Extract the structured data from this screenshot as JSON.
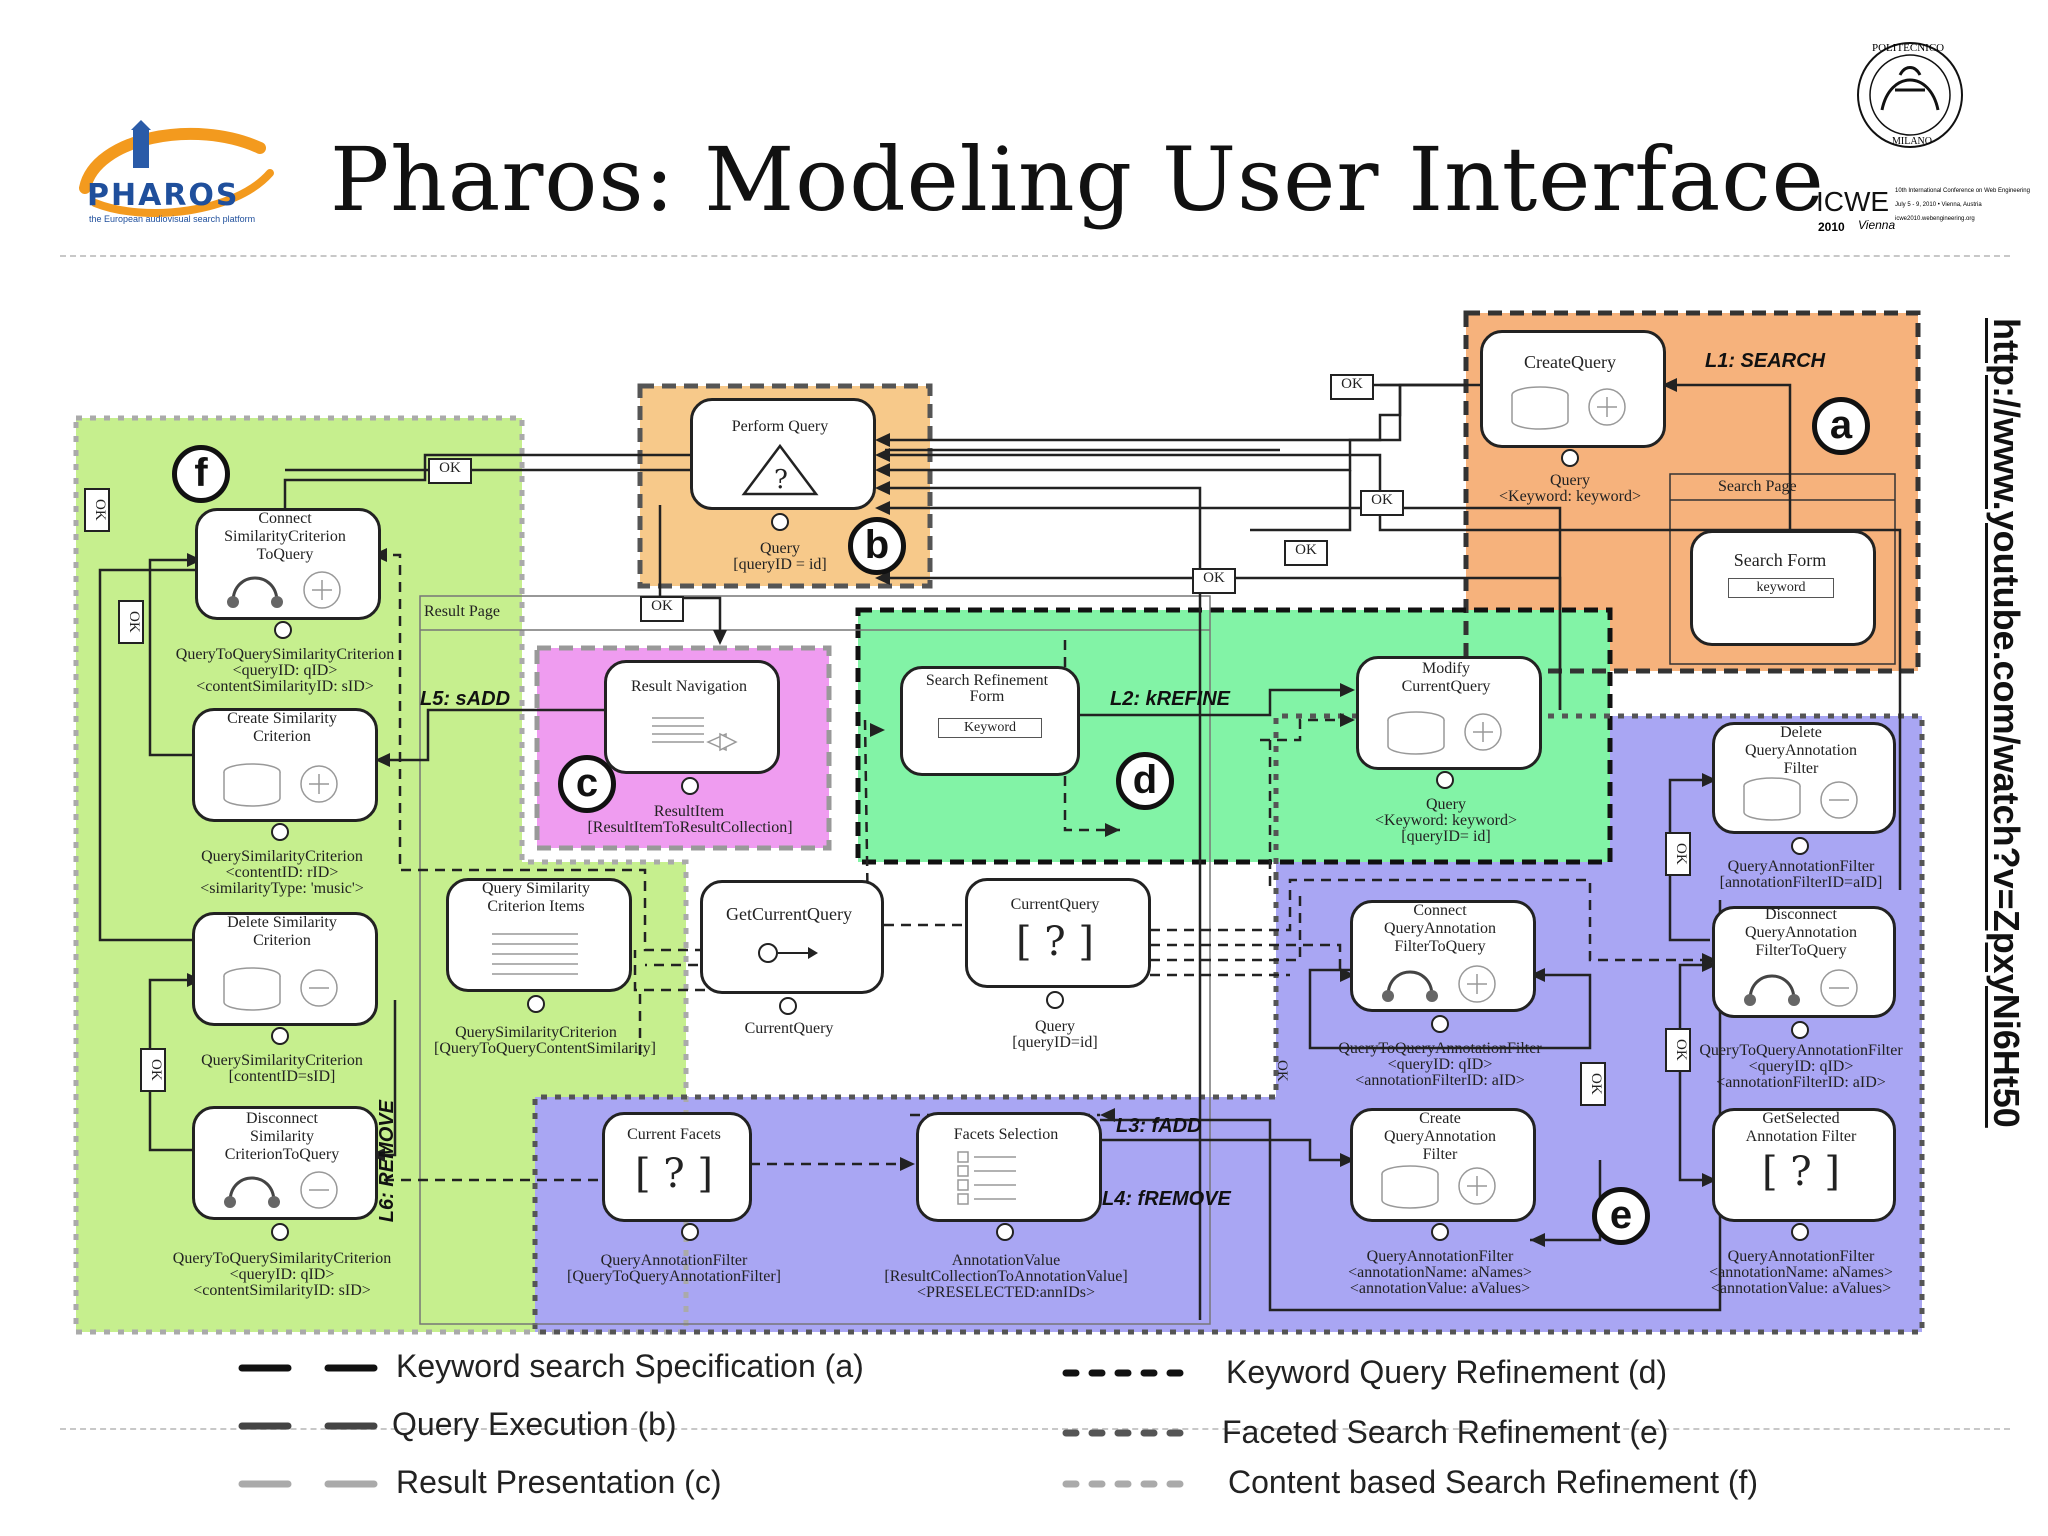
{
  "slide": {
    "title": "Pharos: Modeling User Interface",
    "url": "http://www.youtube.com/watch?v=ZpxyNi6Ht50"
  },
  "logo_pharos": {
    "text": "PHAROS",
    "tagline": "the European audiovisual search platform"
  },
  "logo_polimi": {
    "seal_top": "POLITECNICO",
    "seal_bottom": "MILANO",
    "conf": "ICWE",
    "year": "2010",
    "city": "Vienna",
    "info1": "10th International Conference on Web Engineering",
    "info2": "July 5 - 9, 2010 • Vienna, Austria",
    "info3": "icwe2010.webengineering.org"
  },
  "colors": {
    "a": "#f6b27c",
    "b": "#f7c98a",
    "c": "#ef9cf0",
    "d": "#82f3a6",
    "e": "#a9a6f3",
    "f": "#c6ef8e"
  },
  "regions": {
    "a": {
      "letter": "a",
      "link": "L1: SEARCH"
    },
    "b": {
      "letter": "b"
    },
    "c": {
      "letter": "c"
    },
    "d": {
      "letter": "d",
      "link": "L2: kREFINE"
    },
    "e": {
      "letter": "e",
      "link1": "L3: fADD",
      "link2": "L4: fREMOVE"
    },
    "f": {
      "letter": "f",
      "link1": "L5: sADD",
      "link2": "L6: REMOVE"
    }
  },
  "pages": {
    "search_page": "Search Page",
    "result_page": "Result Page"
  },
  "units": {
    "create_query": {
      "title": "CreateQuery",
      "p1": "Query",
      "p2": "<Keyword: keyword>"
    },
    "search_form": {
      "title": "Search Form",
      "field": "keyword"
    },
    "perform_query": {
      "title": "Perform Query",
      "p1": "Query",
      "p2": "[queryID = id]"
    },
    "result_navigation": {
      "title": "Result Navigation",
      "p1": "ResultItem",
      "p2": "[ResultItemToResultCollection]"
    },
    "search_refinement_form": {
      "title1": "Search Refinement",
      "title2": "Form",
      "field": "Keyword"
    },
    "modify_current_query": {
      "title1": "Modify",
      "title2": "CurrentQuery",
      "p1": "Query",
      "p2": "<Keyword: keyword>",
      "p3": "[queryID= id]"
    },
    "delete_qaf": {
      "title1": "Delete",
      "title2": "QueryAnnotation",
      "title3": "Filter",
      "p1": "QueryAnnotationFilter",
      "p2": "[annotationFilterID=aID]"
    },
    "disconnect_qaf": {
      "title1": "Disconnect",
      "title2": "QueryAnnotation",
      "title3": "FilterToQuery",
      "p1": "QueryToQueryAnnotationFilter",
      "p2": "<queryID: qID>",
      "p3": "<annotationFilterID: aID>"
    },
    "connect_qaf": {
      "title1": "Connect",
      "title2": "QueryAnnotation",
      "title3": "FilterToQuery",
      "p1": "QueryToQueryAnnotationFilter",
      "p2": "<queryID: qID>",
      "p3": "<annotationFilterID: aID>"
    },
    "create_qaf": {
      "title1": "Create",
      "title2": "QueryAnnotation",
      "title3": "Filter",
      "p1": "QueryAnnotationFilter",
      "p2": "<annotationName: aNames>",
      "p3": "<annotationValue: aValues>"
    },
    "get_selected_af": {
      "title1": "GetSelected",
      "title2": "Annotation Filter",
      "p1": "QueryAnnotationFilter",
      "p2": "<annotationName: aNames>",
      "p3": "<annotationValue: aValues>"
    },
    "current_facets": {
      "title": "Current Facets",
      "p1": "QueryAnnotationFilter",
      "p2": "[QueryToQueryAnnotationFilter]"
    },
    "facets_selection": {
      "title": "Facets Selection",
      "p1": "AnnotationValue",
      "p2": "[ResultCollectionToAnnotationValue]",
      "p3": "<PRESELECTED:annIDs>"
    },
    "get_current_query": {
      "title": "GetCurrentQuery",
      "p1": "CurrentQuery"
    },
    "current_query": {
      "title": "CurrentQuery",
      "p1": "Query",
      "p2": "[queryID=id]"
    },
    "query_similarity_items": {
      "title1": "Query Similarity",
      "title2": "Criterion Items",
      "p1": "QuerySimilarityCriterion",
      "p2": "[QueryToQueryContentSimilarity]"
    },
    "connect_sc": {
      "title1": "Connect",
      "title2": "SimilarityCriterion",
      "title3": "ToQuery",
      "p1": "QueryToQuerySimilarityCriterion",
      "p2": "<queryID: qID>",
      "p3": "<contentSimilarityID: sID>"
    },
    "create_sc": {
      "title1": "Create Similarity",
      "title2": "Criterion",
      "p1": "QuerySimilarityCriterion",
      "p2": "<contentID: rID>",
      "p3": "<similarityType: 'music'>"
    },
    "delete_sc": {
      "title1": "Delete Similarity",
      "title2": "Criterion",
      "p1": "QuerySimilarityCriterion",
      "p2": "[contentID=sID]"
    },
    "disconnect_sc": {
      "title1": "Disconnect",
      "title2": "Similarity",
      "title3": "CriterionToQuery",
      "p1": "QueryToQuerySimilarityCriterion",
      "p2": "<queryID: qID>",
      "p3": "<contentSimilarityID: sID>"
    }
  },
  "ok_labels": [
    "OK",
    "OK",
    "OK",
    "OK",
    "OK",
    "OK",
    "OK",
    "OK",
    "OK",
    "OK",
    "OK",
    "OK",
    "OK"
  ],
  "legend": [
    {
      "text": "Keyword search Specification (a)",
      "style": "long-dash-dark"
    },
    {
      "text": "Query Execution (b)",
      "style": "long-dash-mid"
    },
    {
      "text": "Result Presentation (c)",
      "style": "long-dash-light"
    },
    {
      "text": "Keyword Query Refinement (d)",
      "style": "short-dash-dark"
    },
    {
      "text": "Faceted Search Refinement (e)",
      "style": "short-dash-mid"
    },
    {
      "text": "Content based Search Refinement (f)",
      "style": "short-dash-light"
    }
  ]
}
